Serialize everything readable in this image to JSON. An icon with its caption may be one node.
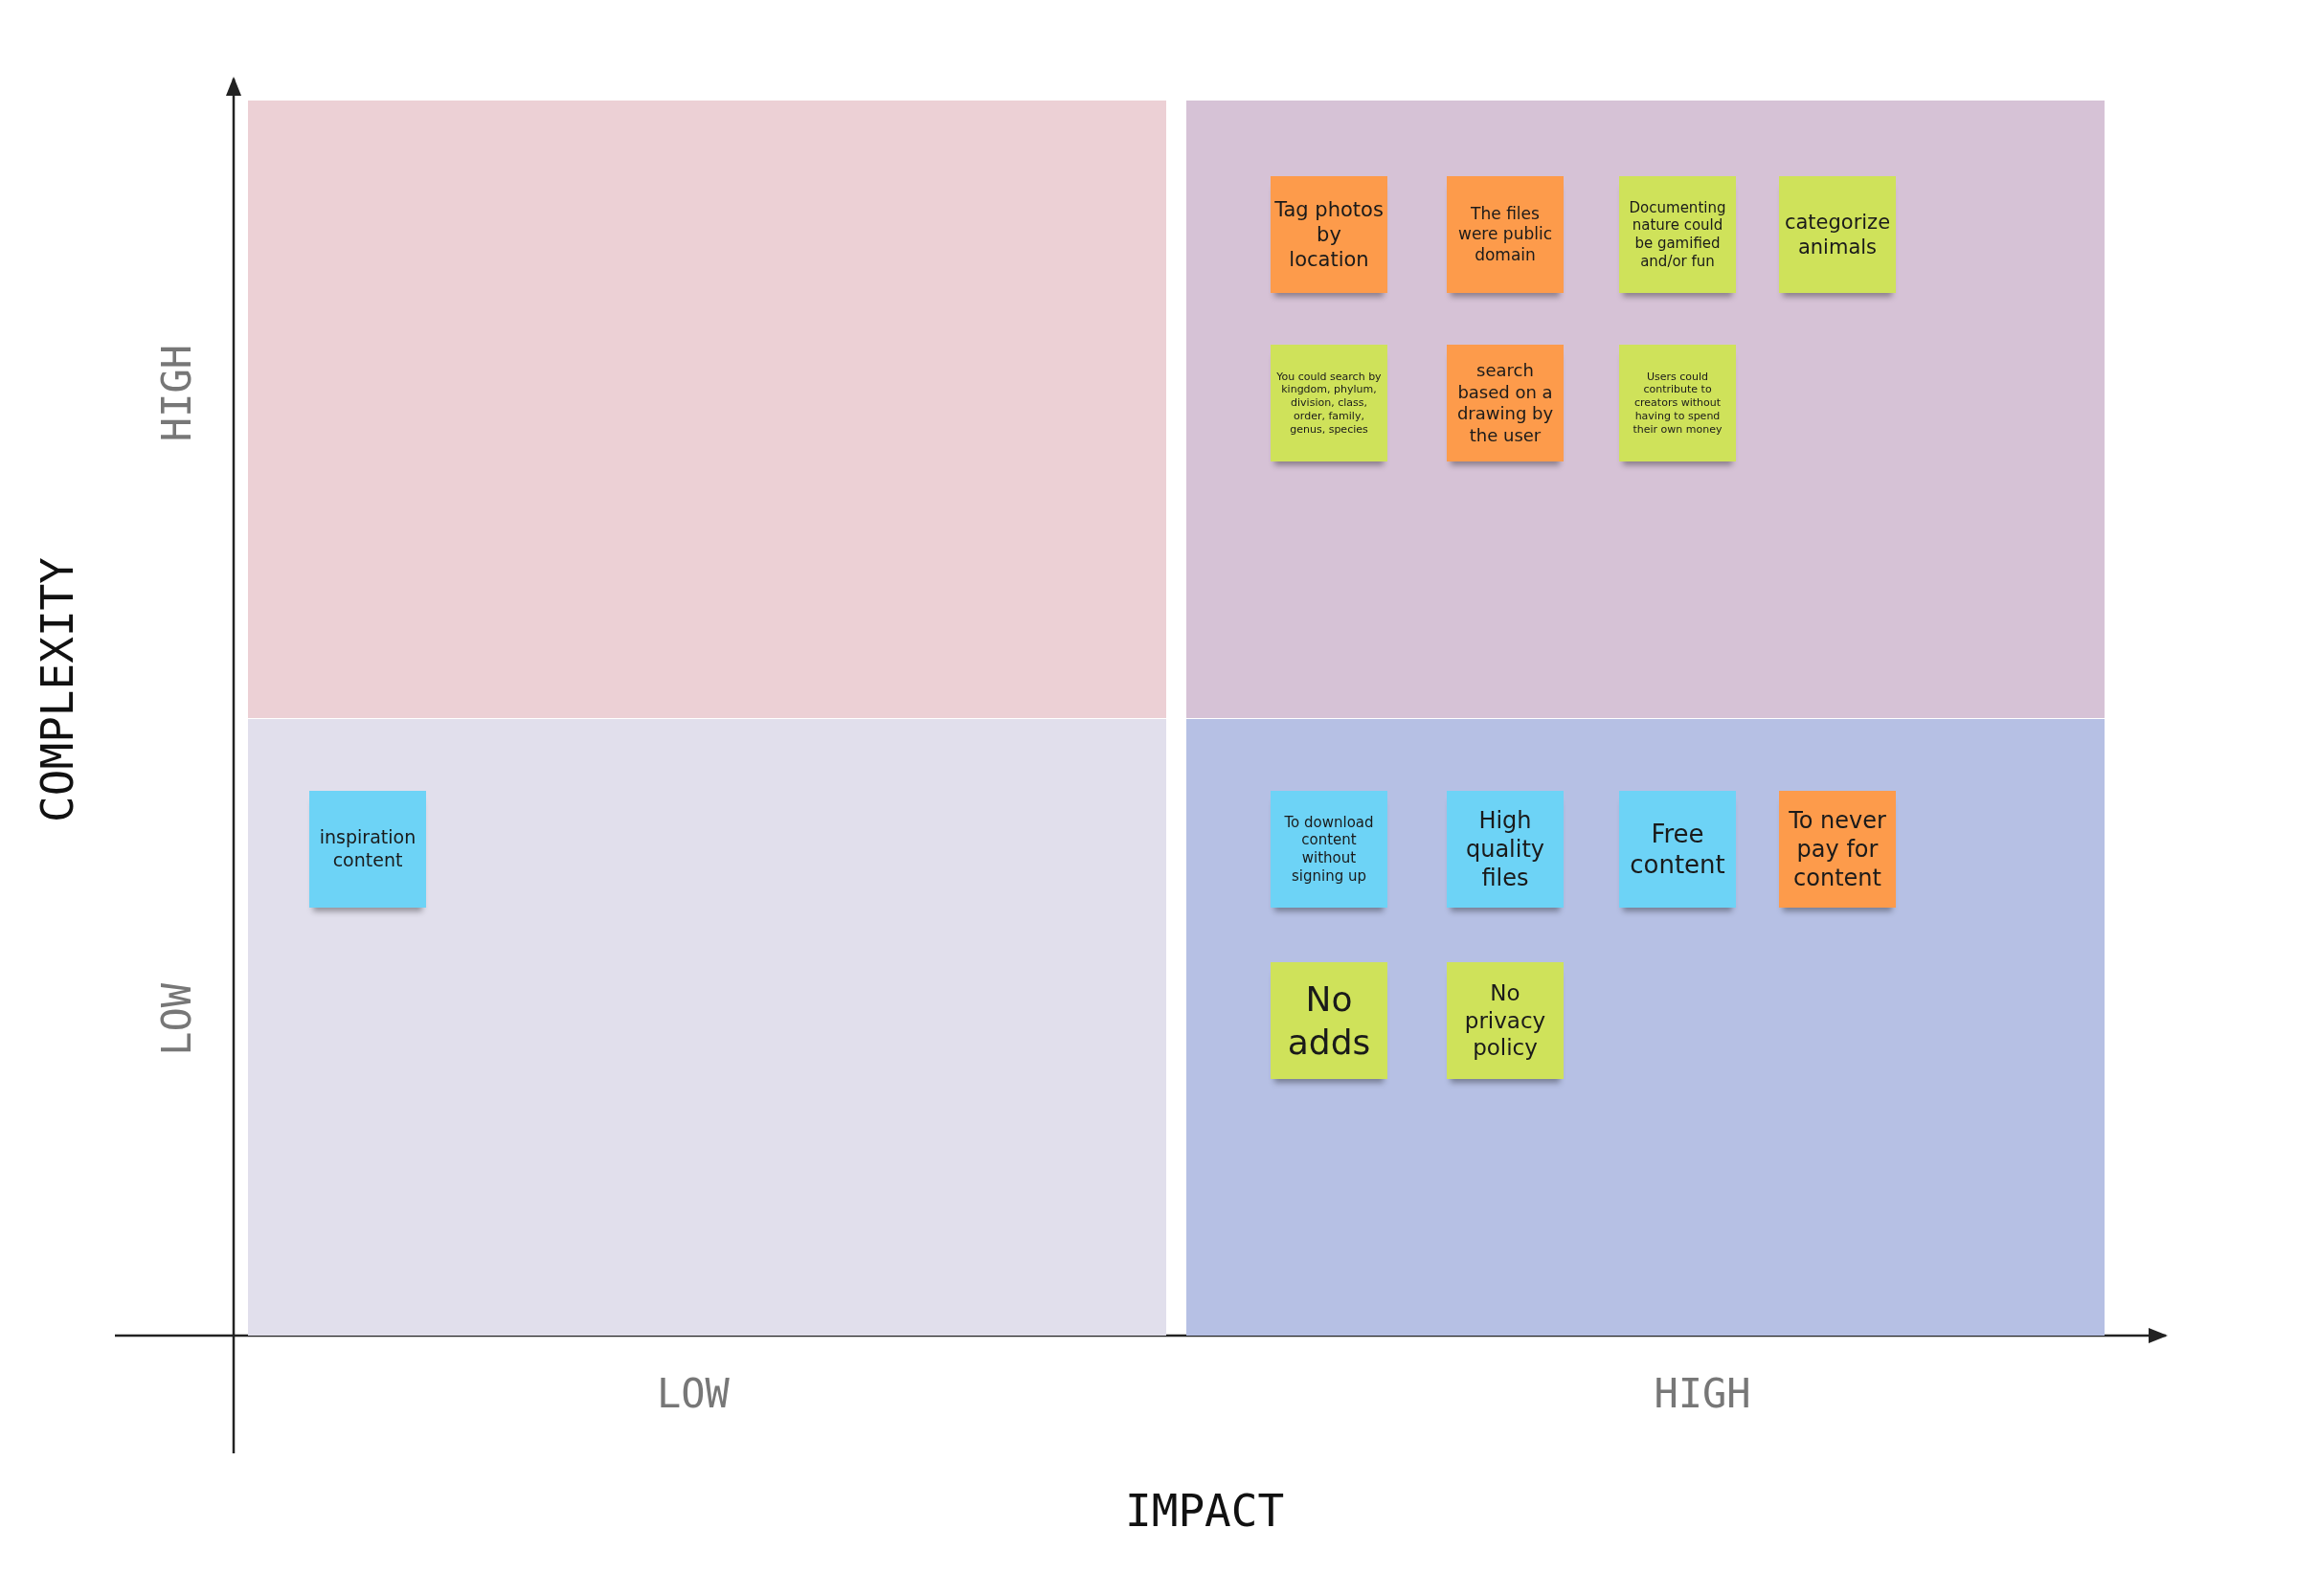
{
  "diagram": {
    "nodes": [
      {
        "text": [],
        "shape": "box"
      },
      {
        "text": [],
        "shape": "box"
      },
      {
        "text": [],
        "shape": "box"
      },
      {
        "text": [],
        "shape": "box"
      },
      {
        "text": [
          "Tag photos by location"
        ],
        "in": 1
      },
      {
        "text": [
          "The files were public domain"
        ],
        "in": 1
      },
      {
        "text": [
          "Documenting nature could be gamified and/or fun"
        ],
        "in": 1
      },
      {
        "text": [
          "categorize animals"
        ],
        "in": 1
      },
      {
        "text": [
          "You could search by kingdom, phylum, division, class, order, family, genus, species"
        ],
        "in": 1
      },
      {
        "text": [
          "search based on a drawing by the user"
        ],
        "in": 1
      },
      {
        "text": [
          "Users could contribute to creators without having to spend their own money"
        ],
        "in": 1
      },
      {
        "text": [
          "inspiration content"
        ],
        "in": 2
      },
      {
        "text": [
          "To download content without signing up"
        ],
        "in": 3
      },
      {
        "text": [
          "High quality files"
        ],
        "in": 3
      },
      {
        "text": [
          "Free content"
        ],
        "in": 3
      },
      {
        "text": [
          "To never pay for content"
        ],
        "in": 3
      },
      {
        "text": [
          "No adds"
        ],
        "in": 3
      },
      {
        "text": [
          "No privacy policy"
        ],
        "in": 3
      }
    ],
    "edges": [],
    "labels": [
      "HIGH",
      "COMPLEXITY",
      "LOW",
      "LOW",
      "HIGH",
      "IMPACT"
    ]
  }
}
